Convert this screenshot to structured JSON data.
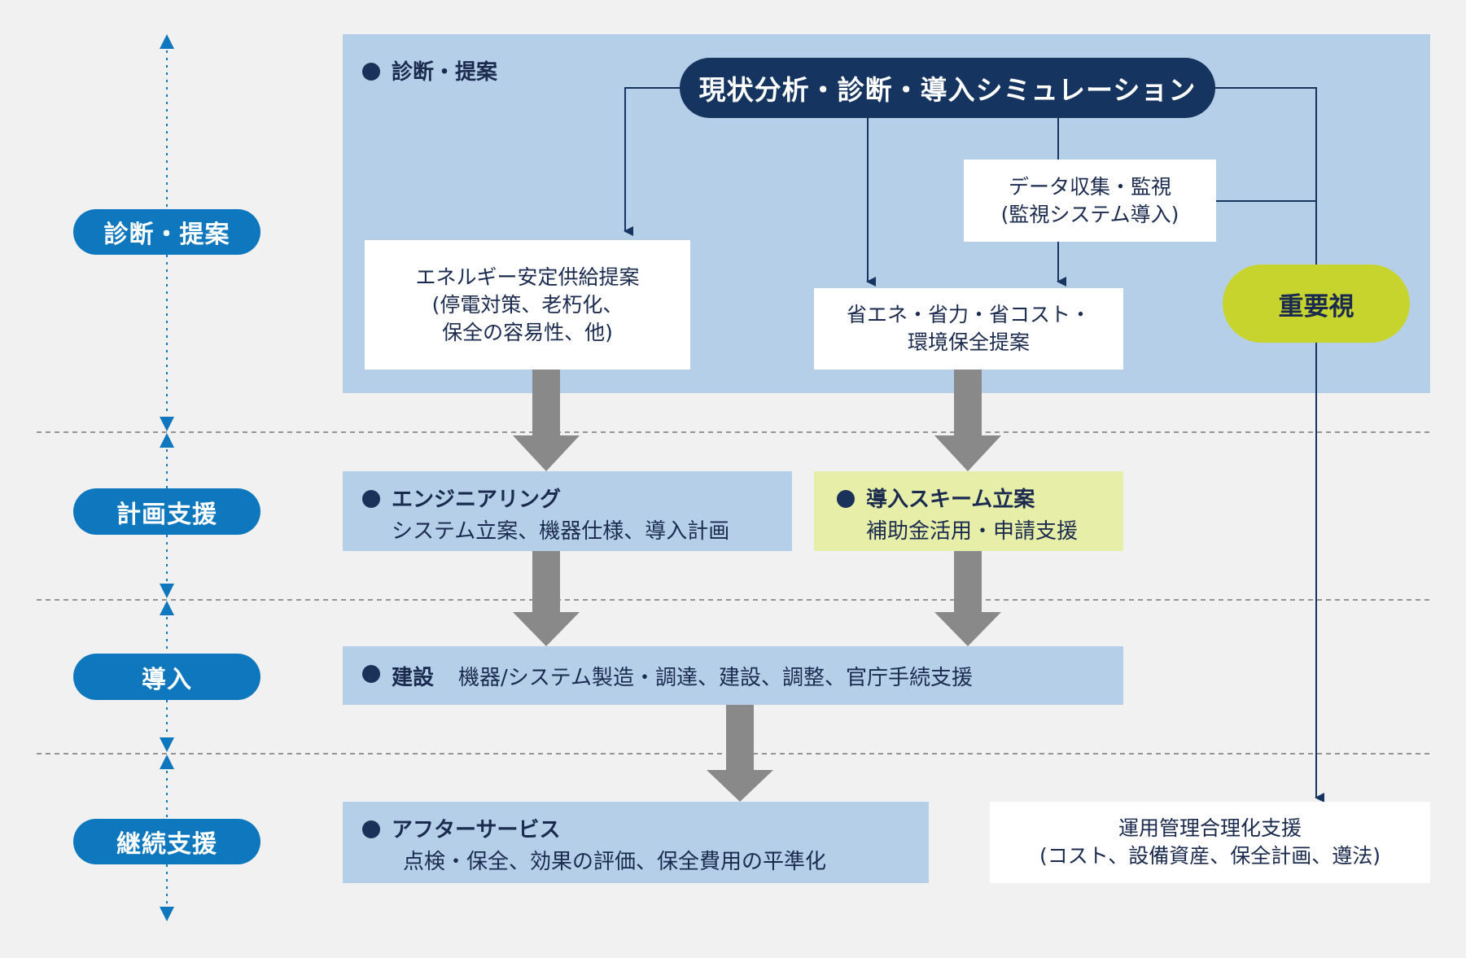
{
  "stages": [
    {
      "label": "診断・提案"
    },
    {
      "label": "計画支援"
    },
    {
      "label": "導入"
    },
    {
      "label": "継続支援"
    }
  ],
  "diagnosis": {
    "section_label": "診断・提案",
    "top_pill": "現状分析・診断・導入シミュレーション",
    "energy_box": {
      "line1": "エネルギー安定供給提案",
      "line2": "(停電対策、老朽化、",
      "line3": "保全の容易性、他)"
    },
    "data_box": {
      "line1": "データ収集・監視",
      "line2": "(監視システム導入)"
    },
    "saving_box": {
      "line1": "省エネ・省力・省コスト・",
      "line2": "環境保全提案"
    },
    "important": "重要視"
  },
  "planning": {
    "engineering": {
      "title": "エンジニアリング",
      "detail": "システム立案、機器仕様、導入計画"
    },
    "scheme": {
      "title": "導入スキーム立案",
      "detail": "補助金活用・申請支援"
    }
  },
  "install": {
    "title": "建設",
    "detail": "機器/システム製造・調達、建設、調整、官庁手続支援"
  },
  "support": {
    "after": {
      "title": "アフターサービス",
      "detail": "点検・保全、効果の評価、保全費用の平準化"
    },
    "ops": {
      "line1": "運用管理合理化支援",
      "line2": "(コスト、設備資産、保全計画、遵法)"
    }
  },
  "colors": {
    "stage_blue": "#0e77bd",
    "panel_blue": "#b6cfe8",
    "panel_green": "#e6eea7",
    "navy": "#163460",
    "accent_green": "#c7d42d",
    "arrow_gray": "#898989"
  }
}
